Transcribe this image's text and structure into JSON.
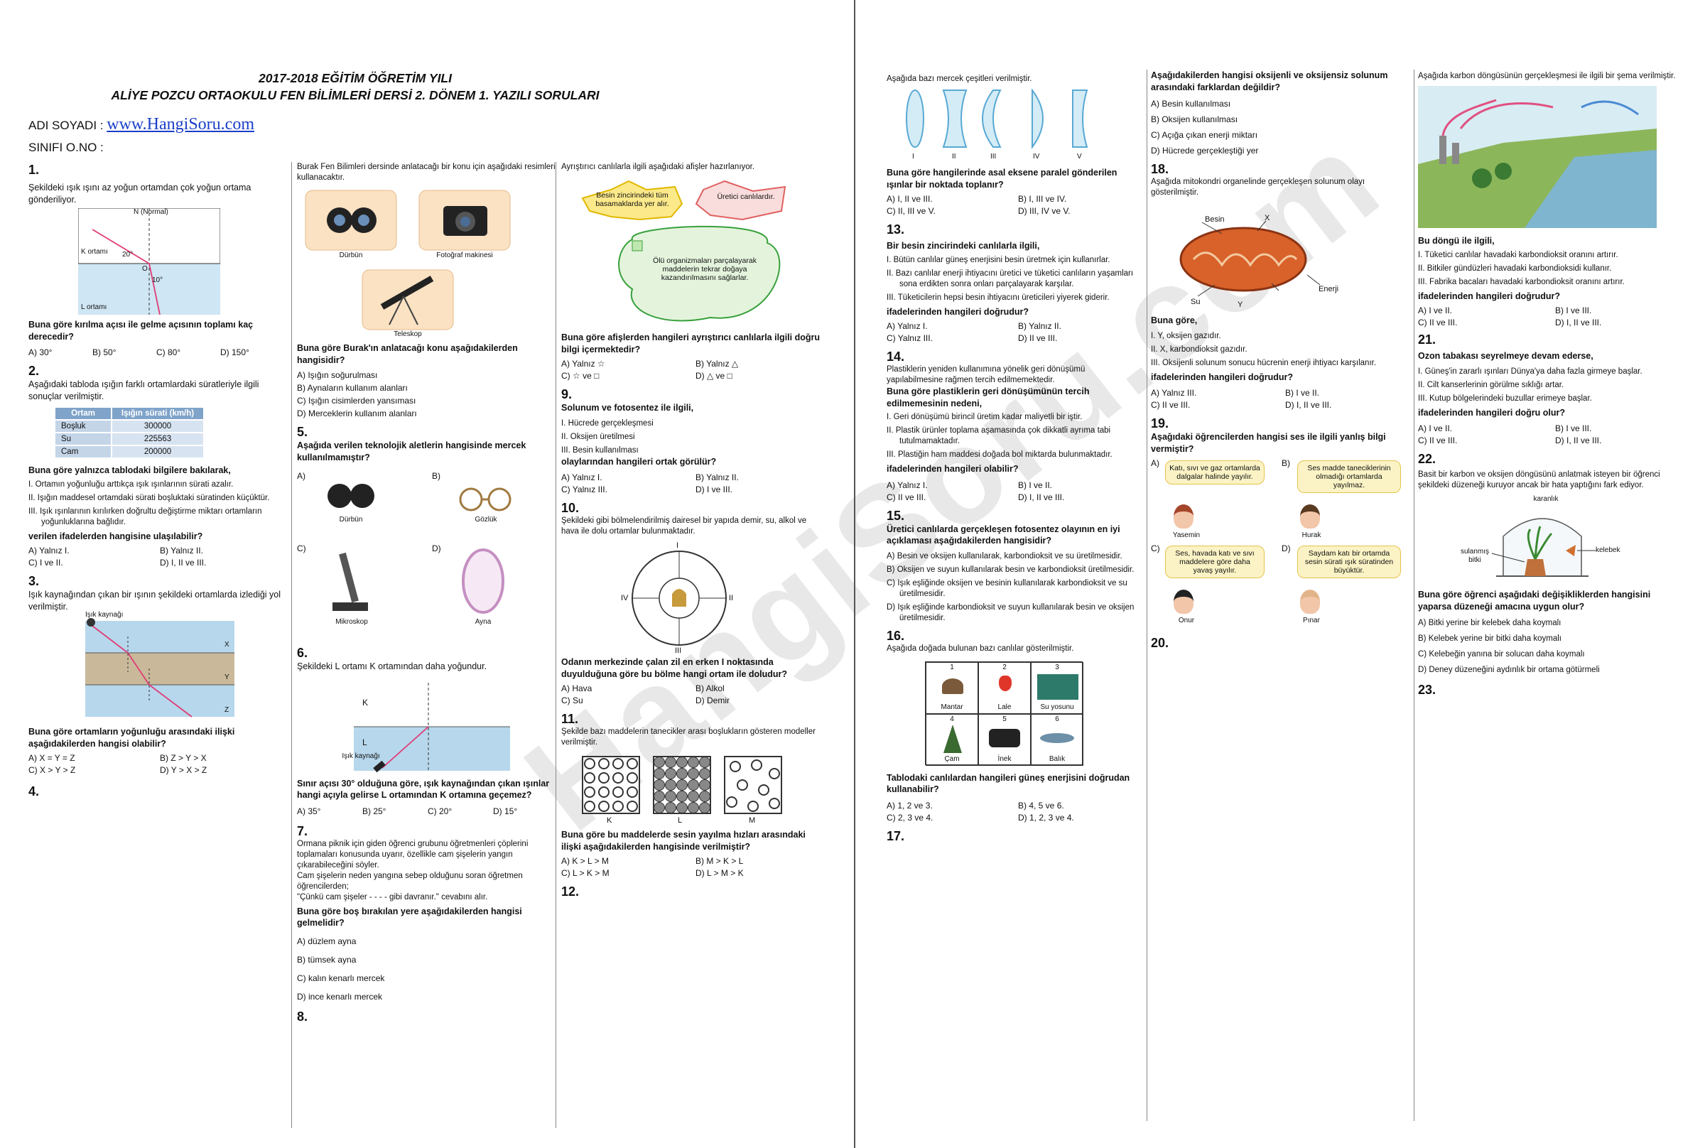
{
  "header": {
    "title1": "2017-2018 EĞİTİM ÖĞRETİM YILI",
    "title2": "ALİYE POZCU ORTAOKULU FEN BİLİMLERİ DERSİ 2. DÖNEM 1. YAZILI SORULARI",
    "name_label": "ADI      SOYADI :",
    "site_link": "www.HangiSoru.com",
    "class_label": "SINIFI  O.NO      :"
  },
  "watermark": "HangiSoru.com",
  "q1": {
    "num": "1.",
    "text": "Şekildeki ışık ışını az yoğun ortamdan çok yoğun ortama gönderiliyor.",
    "normal": "N (Normal)",
    "k": "K ortamı",
    "l": "L ortamı",
    "a1": "20°",
    "a2": "10°",
    "o": "O",
    "question": "Buna göre kırılma açısı ile gelme açısının toplamı kaç derecedir?",
    "options": [
      "A)  30°",
      "B)  50°",
      "C)  80°",
      "D)  150°"
    ]
  },
  "q2": {
    "num": "2.",
    "text": "Aşağıdaki tabloda ışığın farklı ortamlardaki süratleriyle ilgili sonuçlar verilmiştir.",
    "headers": [
      "Ortam",
      "Işığın sürati (km/h)"
    ],
    "rows": [
      [
        "Boşluk",
        "300000"
      ],
      [
        "Su",
        "225563"
      ],
      [
        "Cam",
        "200000"
      ]
    ],
    "question": "Buna göre yalnızca tablodaki bilgilere bakılarak,",
    "items": [
      "I.  Ortamın yoğunluğu arttıkça ışık ışınlarının sürati azalır.",
      "II.  Işığın maddesel ortamdaki sürati boşluktaki süratinden küçüktür.",
      "III.  Işık ışınlarının kırılırken doğrultu değiştirme miktarı ortamların yoğunluklarına bağlıdır."
    ],
    "ask": "verilen ifadelerden hangisine ulaşılabilir?",
    "options": [
      "A)  Yalnız I.",
      "B)  Yalnız II.",
      "C)  I ve II.",
      "D)  I, II ve III."
    ]
  },
  "q3": {
    "num": "3.",
    "text": "Işık kaynağından çıkan bir ışının şekildeki ortamlarda izlediği yol verilmiştir.",
    "source": "Işık kaynağı",
    "labels": [
      "X",
      "Y",
      "Z"
    ],
    "question": "Buna göre ortamların yoğunluğu arasındaki ilişki aşağıdakilerden hangisi olabilir?",
    "options": [
      "A)  X = Y = Z",
      "B)  Z > Y > X",
      "C)  X > Y > Z",
      "D)  Y > X > Z"
    ]
  },
  "q4": {
    "num": "4."
  },
  "q4b": {
    "text": "Burak Fen Bilimleri dersinde anlatacağı bir konu için aşağıdaki resimleri kullanacaktır.",
    "fig_labels": [
      "Dürbün",
      "Fotoğraf makinesi",
      "Teleskop"
    ],
    "question": "Buna göre Burak'ın anlatacağı konu aşağıdakilerden hangisidir?",
    "options": [
      "A)  Işığın soğurulması",
      "B)  Aynaların kullanım alanları",
      "C)  Işığın cisimlerden yansıması",
      "D)  Merceklerin kullanım alanları"
    ]
  },
  "q5": {
    "num": "5.",
    "text": "Aşağıda verilen teknolojik aletlerin hangisinde mercek kullanılmamıştır?",
    "opts": [
      "A)",
      "B)",
      "C)",
      "D)"
    ],
    "fig_labels": [
      "Dürbün",
      "Gözlük",
      "Mikroskop",
      "Ayna"
    ]
  },
  "q6": {
    "num": "6.",
    "text": "Şekildeki L ortamı K ortamından daha yoğundur.",
    "k": "K",
    "l": "L",
    "source": "Işık kaynağı",
    "question": "Sınır açısı 30° olduğuna göre, ışık kaynağından çıkan ışınlar hangi açıyla gelirse L ortamından K ortamına geçemez?",
    "options": [
      "A)  35°",
      "B)  25°",
      "C)  20°",
      "D)  15°"
    ]
  },
  "q7": {
    "num": "7.",
    "text": "Ormana piknik için giden öğrenci grubunu öğretmenleri çöplerini toplamaları konusunda uyarır, özellikle cam şişelerin yangın çıkarabileceğini söyler.",
    "text2": "Cam şişelerin neden yangına sebep olduğunu soran öğretmen öğrencilerden;",
    "quote": "\"Çünkü cam şişeler - - - - gibi davranır.\" cevabını alır.",
    "question": "Buna göre boş bırakılan yere aşağıdakilerden hangisi gelmelidir?",
    "options": [
      "A)  düzlem ayna",
      "B)  tümsek ayna",
      "C)  kalın kenarlı mercek",
      "D)  ince kenarlı mercek"
    ]
  },
  "q8": {
    "num": "8.",
    "text": "Ayrıştırıcı canlılarla ilgili aşağıdaki afişler hazırlanıyor.",
    "star": "Besin zincirindeki tüm basamaklarda yer alır.",
    "tri": "Üretici canlılardır.",
    "sq": "Ölü organizmaları parçalayarak maddelerin tekrar doğaya kazandırılmasını sağlarlar.",
    "question": "Buna göre afişlerden hangileri ayrıştırıcı canlılarla ilgili doğru bilgi içermektedir?",
    "options": [
      "A)  Yalnız ☆",
      "B)  Yalnız △",
      "C)  ☆ ve □",
      "D)  △ ve □"
    ]
  },
  "q9": {
    "num": "9.",
    "text": "Solunum ve fotosentez ile ilgili,",
    "items": [
      "I.   Hücrede gerçekleşmesi",
      "II.  Oksijen üretilmesi",
      "III. Besin kullanılması"
    ],
    "ask": "olaylarından hangileri ortak görülür?",
    "options": [
      "A)  Yalnız I.",
      "B)  Yalnız II.",
      "C)  Yalnız III.",
      "D)  I ve III."
    ]
  },
  "q10": {
    "num": "10.",
    "text": "Şekildeki gibi bölmelendirilmiş dairesel bir yapıda demir, su, alkol ve hava ile dolu ortamlar bulunmaktadır.",
    "labels": [
      "I",
      "II",
      "III",
      "IV"
    ],
    "question": "Odanın merkezinde çalan zil en erken I noktasında duyulduğuna göre bu bölme hangi ortam ile doludur?",
    "options": [
      "A)  Hava",
      "B)  Alkol",
      "C)  Su",
      "D)  Demir"
    ]
  },
  "q11": {
    "num": "11.",
    "text": "Şekilde bazı maddelerin tanecikler arası boşlukların gösteren modeller verilmiştir.",
    "labels": [
      "K",
      "L",
      "M"
    ],
    "question": "Buna göre bu maddelerde sesin yayılma hızları arasındaki ilişki aşağıdakilerden hangisinde verilmiştir?",
    "options": [
      "A)  K > L > M",
      "B)  M > K > L",
      "C)  L > K > M",
      "D)  L > M > K"
    ]
  },
  "q12": {
    "num": "12."
  },
  "q12b": {
    "text": "Aşağıda bazı mercek çeşitleri verilmiştir.",
    "labels": [
      "I",
      "II",
      "III",
      "IV",
      "V"
    ],
    "question": "Buna göre hangilerinde asal eksene paralel gönderilen ışınlar bir noktada toplanır?",
    "options": [
      "A)  I, II ve III.",
      "B)  I, III ve IV.",
      "C)  II, III ve V.",
      "D)  III, IV ve V."
    ]
  },
  "q13": {
    "num": "13.",
    "text": "Bir besin zincirindeki canlılarla ilgili,",
    "items": [
      "I.   Bütün canlılar güneş enerjisini besin üretmek için kullanırlar.",
      "II.  Bazı canlılar enerji ihtiyacını üretici ve tüketici canlıların yaşamları sona erdikten sonra onları parçalayarak karşılar.",
      "III. Tüketicilerin hepsi besin ihtiyacını üreticileri yiyerek giderir."
    ],
    "ask": "ifadelerinden hangileri doğrudur?",
    "options": [
      "A)  Yalnız I.",
      "B)  Yalnız II.",
      "C)  Yalnız III.",
      "D)  II ve III."
    ]
  },
  "q14": {
    "num": "14.",
    "text": "Plastiklerin yeniden kullanımına yönelik geri dönüşümü yapılabilmesine rağmen tercih edilmemektedir.",
    "question": "Buna göre plastiklerin geri dönüşümünün tercih edilmemesinin nedeni,",
    "items": [
      "I.   Geri dönüşümü birincil üretim kadar maliyetli bir iştir.",
      "II.  Plastik ürünler toplama aşamasında çok dikkatli ayrıma tabi tutulmamaktadır.",
      "III. Plastiğin ham maddesi doğada bol miktarda bulunmaktadır."
    ],
    "ask": "ifadelerinden hangileri olabilir?",
    "options": [
      "A)  Yalnız I.",
      "B)  I ve II.",
      "C)  II ve III.",
      "D)  I, II ve III."
    ]
  },
  "q15": {
    "num": "15.",
    "text": "Üretici canlılarda gerçekleşen fotosentez olayının en iyi açıklaması aşağıdakilerden hangisidir?",
    "options": [
      "A)  Besin ve oksijen kullanılarak, karbondioksit ve su üretilmesidir.",
      "B)  Oksijen ve suyun kullanılarak besin ve karbondioksit üretilmesidir.",
      "C)  Işık eşliğinde oksijen ve besinin kullanılarak karbondioksit ve su üretilmesidir.",
      "D)  Işık eşliğinde karbondioksit ve suyun kullanılarak besin ve oksijen üretilmesidir."
    ]
  },
  "q16": {
    "num": "16.",
    "text": "Aşağıda doğada bulunan bazı canlılar gösterilmiştir.",
    "cells": [
      {
        "n": "1",
        "name": "Mantar"
      },
      {
        "n": "2",
        "name": "Lale"
      },
      {
        "n": "3",
        "name": "Su yosunu"
      },
      {
        "n": "4",
        "name": "Çam"
      },
      {
        "n": "5",
        "name": "İnek"
      },
      {
        "n": "6",
        "name": "Balık"
      }
    ],
    "question": "Tablodaki canlılardan hangileri güneş enerjisini doğrudan kullanabilir?",
    "options": [
      "A)  1, 2 ve 3.",
      "B)  4, 5 ve 6.",
      "C)  2, 3 ve 4.",
      "D)  1, 2, 3 ve 4."
    ]
  },
  "q17": {
    "num": "17."
  },
  "q17b": {
    "text": "Aşağıdakilerden hangisi oksijenli ve oksijensiz solunum arasındaki farklardan değildir?",
    "options": [
      "A)  Besin kullanılması",
      "B)  Oksijen kullanılması",
      "C)  Açığa çıkan enerji miktarı",
      "D)  Hücrede gerçekleştiği yer"
    ]
  },
  "q18": {
    "num": "18.",
    "text": "Aşağıda mitokondri organelinde gerçekleşen solunum olayı gösterilmiştir.",
    "labels": [
      "Besin",
      "X",
      "Su",
      "Y",
      "Enerji"
    ],
    "intro": "Buna göre,",
    "items": [
      "I.   Y, oksijen gazıdır.",
      "II.  X, karbondioksit gazıdır.",
      "III. Oksijenli solunum sonucu hücrenin enerji ihtiyacı karşılanır."
    ],
    "ask": "ifadelerinden hangileri doğrudur?",
    "options": [
      "A)  Yalnız III.",
      "B)  I ve II.",
      "C)  II ve III.",
      "D)  I, II ve III."
    ]
  },
  "q19": {
    "num": "19.",
    "text": "Aşağıdaki öğrencilerden hangisi ses ile ilgili yanlış bilgi vermiştir?",
    "opts": [
      "A)",
      "B)",
      "C)",
      "D)"
    ],
    "bubbles": [
      "Katı, sıvı ve gaz ortamlarda dalgalar halinde yayılır.",
      "Ses madde taneciklerinin olmadığı ortamlarda yayılmaz.",
      "Ses, havada katı ve sıvı maddelere göre daha yavaş yayılır.",
      "Saydam katı bir ortamda sesin sürati ışık süratinden büyüktür."
    ],
    "names": [
      "Yasemin",
      "Hurak",
      "Onur",
      "Pınar"
    ]
  },
  "q20": {
    "num": "20."
  },
  "q20b": {
    "text": "Aşağıda karbon döngüsünün gerçekleşmesi ile ilgili bir şema verilmiştir.",
    "intro": "Bu döngü ile ilgili,",
    "items": [
      "I.   Tüketici canlılar havadaki karbondioksit oranını artırır.",
      "II.  Bitkiler gündüzleri havadaki karbondioksidi kullanır.",
      "III. Fabrika bacaları havadaki karbondioksit oranını artırır."
    ],
    "ask": "ifadelerinden hangileri doğrudur?",
    "options": [
      "A)  I ve II.",
      "B)  I ve III.",
      "C)  II ve III.",
      "D)  I, II ve III."
    ]
  },
  "q21": {
    "num": "21.",
    "text": "Ozon tabakası seyrelmeye devam ederse,",
    "items": [
      "I.   Güneş'in zararlı ışınları Dünya'ya daha fazla girmeye başlar.",
      "II.  Cilt kanserlerinin görülme sıklığı artar.",
      "III. Kutup bölgelerindeki buzullar erimeye başlar."
    ],
    "ask": "ifadelerinden hangileri doğru olur?",
    "options": [
      "A)  I ve II.",
      "B)  I ve III.",
      "C)  II ve III.",
      "D)  I, II ve III."
    ]
  },
  "q22": {
    "num": "22.",
    "text": "Basit bir karbon ve oksijen döngüsünü anlatmak isteyen bir öğrenci şekildeki düzeneği kuruyor ancak bir hata yaptığını fark ediyor.",
    "dark": "karanlık",
    "plant": "sulanmış bitki",
    "butterfly": "kelebek",
    "question": "Buna göre öğrenci aşağıdaki değişikliklerden hangisini yaparsa düzeneği amacına uygun olur?",
    "options": [
      "A)  Bitki yerine bir kelebek daha koymalı",
      "B)  Kelebek yerine bir bitki daha koymalı",
      "C)  Kelebeğin yanına bir solucan daha koymalı",
      "D)  Deney düzeneğini aydınlık bir ortama götürmeli"
    ]
  },
  "q23": {
    "num": "23."
  }
}
